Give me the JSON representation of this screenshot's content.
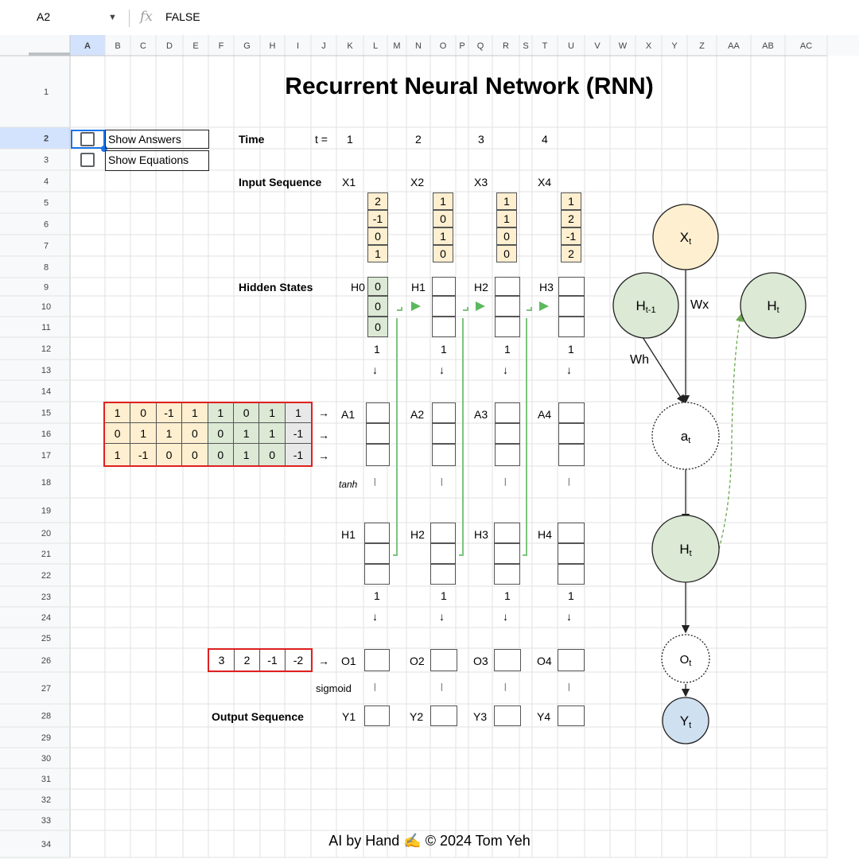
{
  "formula_bar": {
    "name_box": "A2",
    "fx_label": "fx",
    "formula": "FALSE"
  },
  "columns": [
    "A",
    "B",
    "C",
    "D",
    "E",
    "F",
    "G",
    "H",
    "I",
    "J",
    "K",
    "L",
    "M",
    "N",
    "O",
    "P",
    "Q",
    "R",
    "S",
    "T",
    "U",
    "V",
    "W",
    "X",
    "Y",
    "Z",
    "AA",
    "AB",
    "AC"
  ],
  "rows": [
    "1",
    "2",
    "3",
    "4",
    "5",
    "6",
    "7",
    "8",
    "9",
    "10",
    "11",
    "12",
    "13",
    "14",
    "15",
    "16",
    "17",
    "18",
    "19",
    "20",
    "21",
    "22",
    "23",
    "24",
    "25",
    "26",
    "27",
    "28",
    "29",
    "30",
    "31",
    "32",
    "33",
    "34"
  ],
  "title": "Recurrent Neural Network (RNN)",
  "checkboxes": {
    "show_answers": "Show Answers",
    "show_equations": "Show Equations",
    "show_answers_checked": false,
    "show_equations_checked": false
  },
  "time": {
    "label": "Time",
    "t_label": "t =",
    "steps": [
      "1",
      "2",
      "3",
      "4"
    ]
  },
  "input_sequence": {
    "label": "Input Sequence",
    "names": [
      "X1",
      "X2",
      "X3",
      "X4"
    ],
    "values": [
      [
        "2",
        "-1",
        "0",
        "1"
      ],
      [
        "1",
        "0",
        "1",
        "0"
      ],
      [
        "1",
        "1",
        "0",
        "0"
      ],
      [
        "1",
        "2",
        "-1",
        "2"
      ]
    ]
  },
  "hidden_states": {
    "label": "Hidden States",
    "names": [
      "H0",
      "H1",
      "H2",
      "H3"
    ],
    "h0": [
      "0",
      "0",
      "0"
    ],
    "bias": "1",
    "arrow": "↓"
  },
  "weights_h": {
    "rows": [
      [
        "1",
        "0",
        "-1",
        "1",
        "1",
        "0",
        "1",
        "1"
      ],
      [
        "0",
        "1",
        "1",
        "0",
        "0",
        "1",
        "1",
        "-1"
      ],
      [
        "1",
        "-1",
        "0",
        "0",
        "0",
        "1",
        "0",
        "-1"
      ]
    ],
    "arrow": "→"
  },
  "pre_activation": {
    "names": [
      "A1",
      "A2",
      "A3",
      "A4"
    ],
    "activation": "tanh"
  },
  "hidden_out": {
    "names": [
      "H1",
      "H2",
      "H3",
      "H4"
    ],
    "bias": "1",
    "arrow": "↓"
  },
  "weights_o": {
    "values": [
      "3",
      "2",
      "-1",
      "-2"
    ],
    "arrow": "→"
  },
  "output_pre": {
    "names": [
      "O1",
      "O2",
      "O3",
      "O4"
    ],
    "activation": "sigmoid"
  },
  "output_sequence": {
    "label": "Output Sequence",
    "names": [
      "Y1",
      "Y2",
      "Y3",
      "Y4"
    ]
  },
  "diagram": {
    "xt": "Xt",
    "ht_prev": "Ht-1",
    "ht_side": "Ht",
    "at": "at",
    "ht": "Ht",
    "ot": "Ot",
    "yt": "Yt",
    "wx": "Wx",
    "wh": "Wh",
    "colors": {
      "input": "#fdefcf",
      "hidden": "#dbe9d5",
      "output": "#cfe0f1"
    }
  },
  "footer": "AI by Hand ✍️ © 2024 Tom Yeh"
}
